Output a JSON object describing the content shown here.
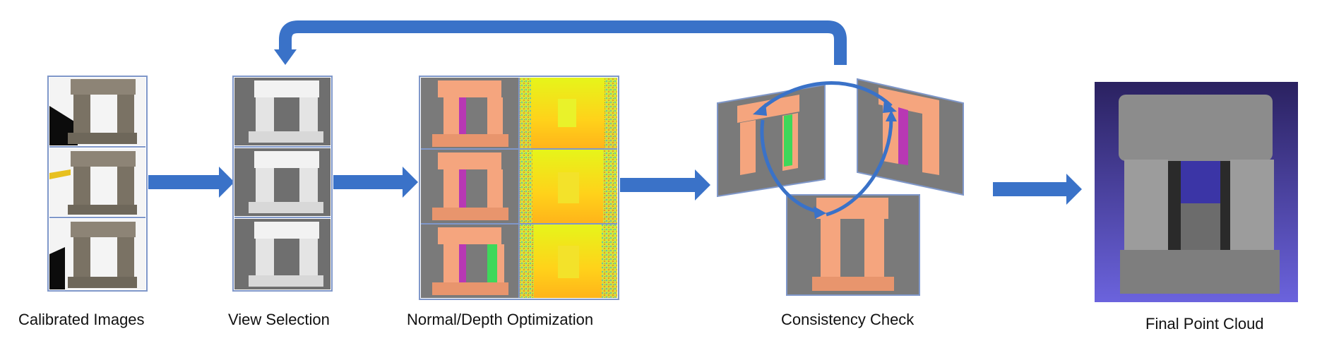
{
  "stages": [
    {
      "id": "calibrated",
      "label": "Calibrated Images"
    },
    {
      "id": "view_selection",
      "label": "View Selection"
    },
    {
      "id": "normal_depth",
      "label": "Normal/Depth Optimization"
    },
    {
      "id": "consistency",
      "label": "Consistency Check"
    },
    {
      "id": "final",
      "label": "Final Point Cloud"
    }
  ],
  "colors": {
    "arrow": "#3a72c8",
    "frame": "#7f97c9",
    "stone": "#8d8476",
    "stone_dark": "#4b443a",
    "gray_stone": "#e9e9e9",
    "normal_orange": "#f5a57e",
    "normal_magenta": "#b838b4",
    "normal_green": "#3ed85a",
    "normal_bg": "#7a7a7a",
    "depth_yellow": "#dff21a",
    "depth_orange": "#ffc21a",
    "depth_noise": "#86c95a",
    "cloud_bg": "#6a63d8",
    "cloud_stone": "#9c9c9c"
  }
}
